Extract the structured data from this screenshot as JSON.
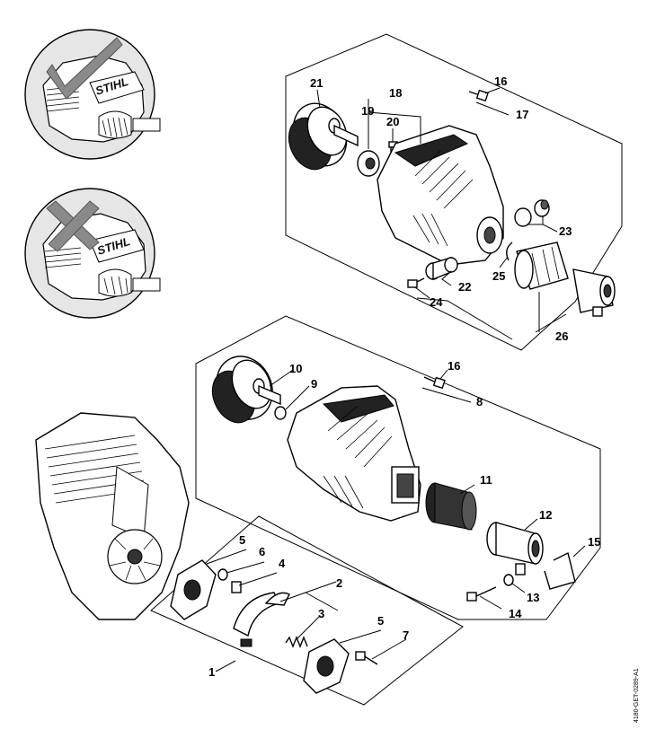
{
  "inset_correct": {
    "brand": "STIHL",
    "mark_icon": "checkmark-icon",
    "mark_color": "#7a7a7a"
  },
  "inset_incorrect": {
    "brand": "STIHL",
    "mark_icon": "x-mark-icon",
    "mark_color": "#7a7a7a"
  },
  "callouts": {
    "c1": "1",
    "c2": "2",
    "c3": "3",
    "c4": "4",
    "c5a": "5",
    "c5b": "5",
    "c6": "6",
    "c7": "7",
    "c8": "8",
    "c9": "9",
    "c10": "10",
    "c11": "11",
    "c12": "12",
    "c13": "13",
    "c14": "14",
    "c15": "15",
    "c16a": "16",
    "c16b": "16",
    "c17": "17",
    "c18": "18",
    "c19": "19",
    "c20": "20",
    "c21": "21",
    "c22": "22",
    "c23": "23",
    "c24": "24",
    "c25": "25",
    "c26": "26"
  },
  "document_code": "4180-GET-0289-A1"
}
